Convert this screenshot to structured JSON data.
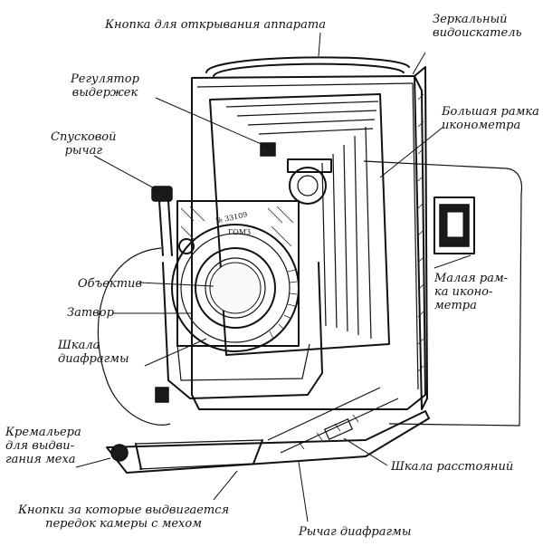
{
  "labels": {
    "open_button": "Кнопка для открывания аппарата",
    "mirror_finder": "Зеркальный\nвидоискатель",
    "shutter_speed_regulator": "Регулятор\nвыдержек",
    "release_lever": "Спусковой\nрычаг",
    "large_frame": "Большая рамка\nиконометра",
    "lens": "Объектив",
    "shutter": "Затвор",
    "aperture_scale": "Шкала\nдиафрагмы",
    "small_frame": "Малая рам-\nка иконо-\nметра",
    "rack": "Кремальера\nдля выдви-\nгания меха",
    "distance_scale": "Шкала расстояний",
    "front_buttons": "Кнопки за которые выдвигается\nпередок камеры с мехом",
    "aperture_lever": "Рычаг диафрагмы"
  },
  "lens_plate_text": {
    "serial": "№ 33109",
    "brand": "ГОМЗ"
  }
}
